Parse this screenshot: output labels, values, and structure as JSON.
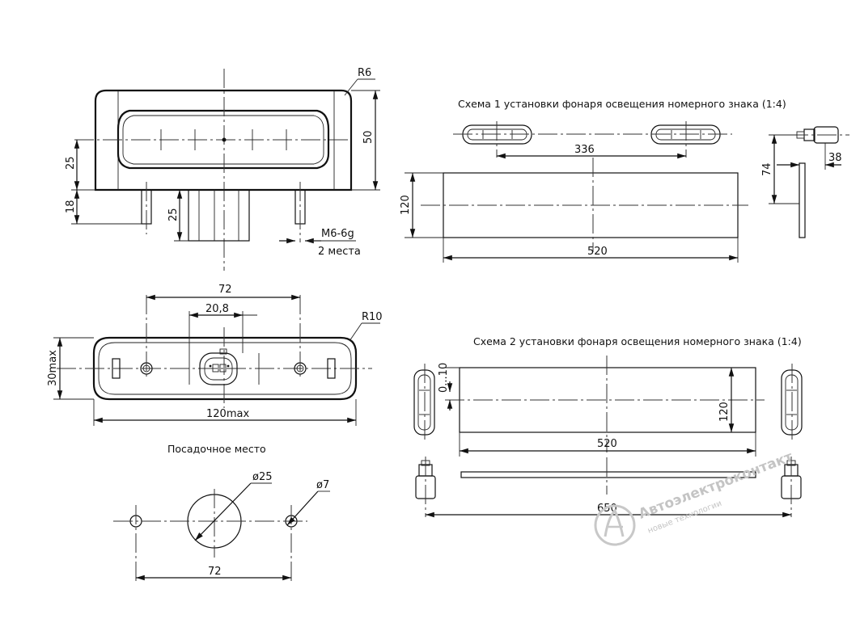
{
  "views": {
    "front": {
      "radius": "R6",
      "height": "50",
      "dim_25_upper": "25",
      "dim_18": "18",
      "dim_25_plug": "25",
      "thread": "M6-6g",
      "thread_qty": "2 места"
    },
    "bottom": {
      "spacing": "72",
      "connector": "20,8",
      "radius": "R10",
      "height_max": "30max",
      "width_max": "120max"
    },
    "seat": {
      "title": "Посадочное место",
      "hole_big": "ø25",
      "hole_small": "ø7",
      "spacing": "72"
    }
  },
  "scheme1": {
    "title": "Схема 1 установки фонаря освещения номерного знака (1:4)",
    "dim_336": "336",
    "dim_120": "120",
    "dim_520": "520",
    "dim_74": "74",
    "dim_38": "38"
  },
  "scheme2": {
    "title": "Схема 2 установки фонаря освещения номерного знака (1:4)",
    "dim_offset": "0...10",
    "dim_120": "120",
    "dim_520": "520",
    "dim_650": "650"
  },
  "watermark": {
    "name": "Автоэлектроконтакт",
    "tagline": "новые технологии"
  }
}
